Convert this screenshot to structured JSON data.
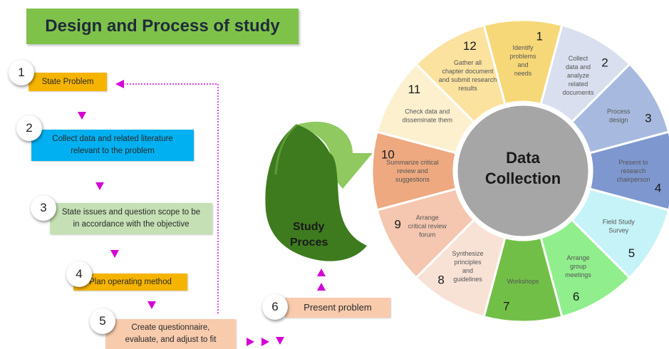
{
  "title": "Design and Process of study",
  "steps": [
    {
      "number": "1",
      "text": "State Problem"
    },
    {
      "number": "2",
      "line1": "Collect data and related literature",
      "line2": "relevant to the problem"
    },
    {
      "number": "3",
      "line1": "State issues and question scope to be",
      "line2": "in accordance with the objective"
    },
    {
      "number": "4",
      "text": "Plan operating method"
    },
    {
      "number": "5",
      "line1": "Create questionnaire,",
      "line2": "evaluate, and adjust to fit"
    },
    {
      "number": "6",
      "text": "Present problem"
    }
  ],
  "center_arrow": {
    "line1": "Study",
    "line2": "Proces"
  },
  "wheel": {
    "center_line1": "Data",
    "center_line2": "Collection",
    "segments": [
      {
        "number": "1",
        "lines": [
          "Identify",
          "problems",
          "and",
          "needs"
        ],
        "color": "#f7d878"
      },
      {
        "number": "2",
        "lines": [
          "Collect",
          "data and",
          "analyze",
          "related",
          "documents"
        ],
        "color": "#d9dfef"
      },
      {
        "number": "3",
        "lines": [
          "Process",
          "design"
        ],
        "color": "#a7b9de"
      },
      {
        "number": "4",
        "lines": [
          "Present to",
          "research",
          "chairperson"
        ],
        "color": "#7f97cf"
      },
      {
        "number": "5",
        "lines": [
          "Field Study",
          "Survey"
        ],
        "color": "#c6f3f7"
      },
      {
        "number": "6",
        "lines": [
          "Arrange",
          "group",
          "meetings"
        ],
        "color": "#90ee8c"
      },
      {
        "number": "7",
        "lines": [
          "Workshops"
        ],
        "color": "#72bf48"
      },
      {
        "number": "8",
        "lines": [
          "Synthesize",
          "principles",
          "and",
          "guidelines"
        ],
        "color": "#f8e2d6"
      },
      {
        "number": "9",
        "lines": [
          "Arrange",
          "critical review",
          "forum"
        ],
        "color": "#f5c7b0"
      },
      {
        "number": "10",
        "lines": [
          "Summarize critical",
          "review and",
          "suggestions"
        ],
        "color": "#eea980"
      },
      {
        "number": "11",
        "lines": [
          "Check data and",
          "disseminate them"
        ],
        "color": "#fdf0cf"
      },
      {
        "number": "12",
        "lines": [
          "Gather all",
          "chapter document",
          "and submit research",
          "results"
        ],
        "color": "#fbe29f"
      }
    ]
  },
  "colors": {
    "title_bg": "#7fc24a",
    "arrow_marker": "#d400d4",
    "step1": "#f5b400",
    "step2": "#00b0f0",
    "step3": "#c5e0b4",
    "step4": "#f5b400",
    "step5": "#f8cbad",
    "step6": "#f8cbad",
    "wheel_center": "#a6a6a6",
    "curved_arrow_light": "#8fc960",
    "curved_arrow_dark": "#3e7b1f"
  }
}
